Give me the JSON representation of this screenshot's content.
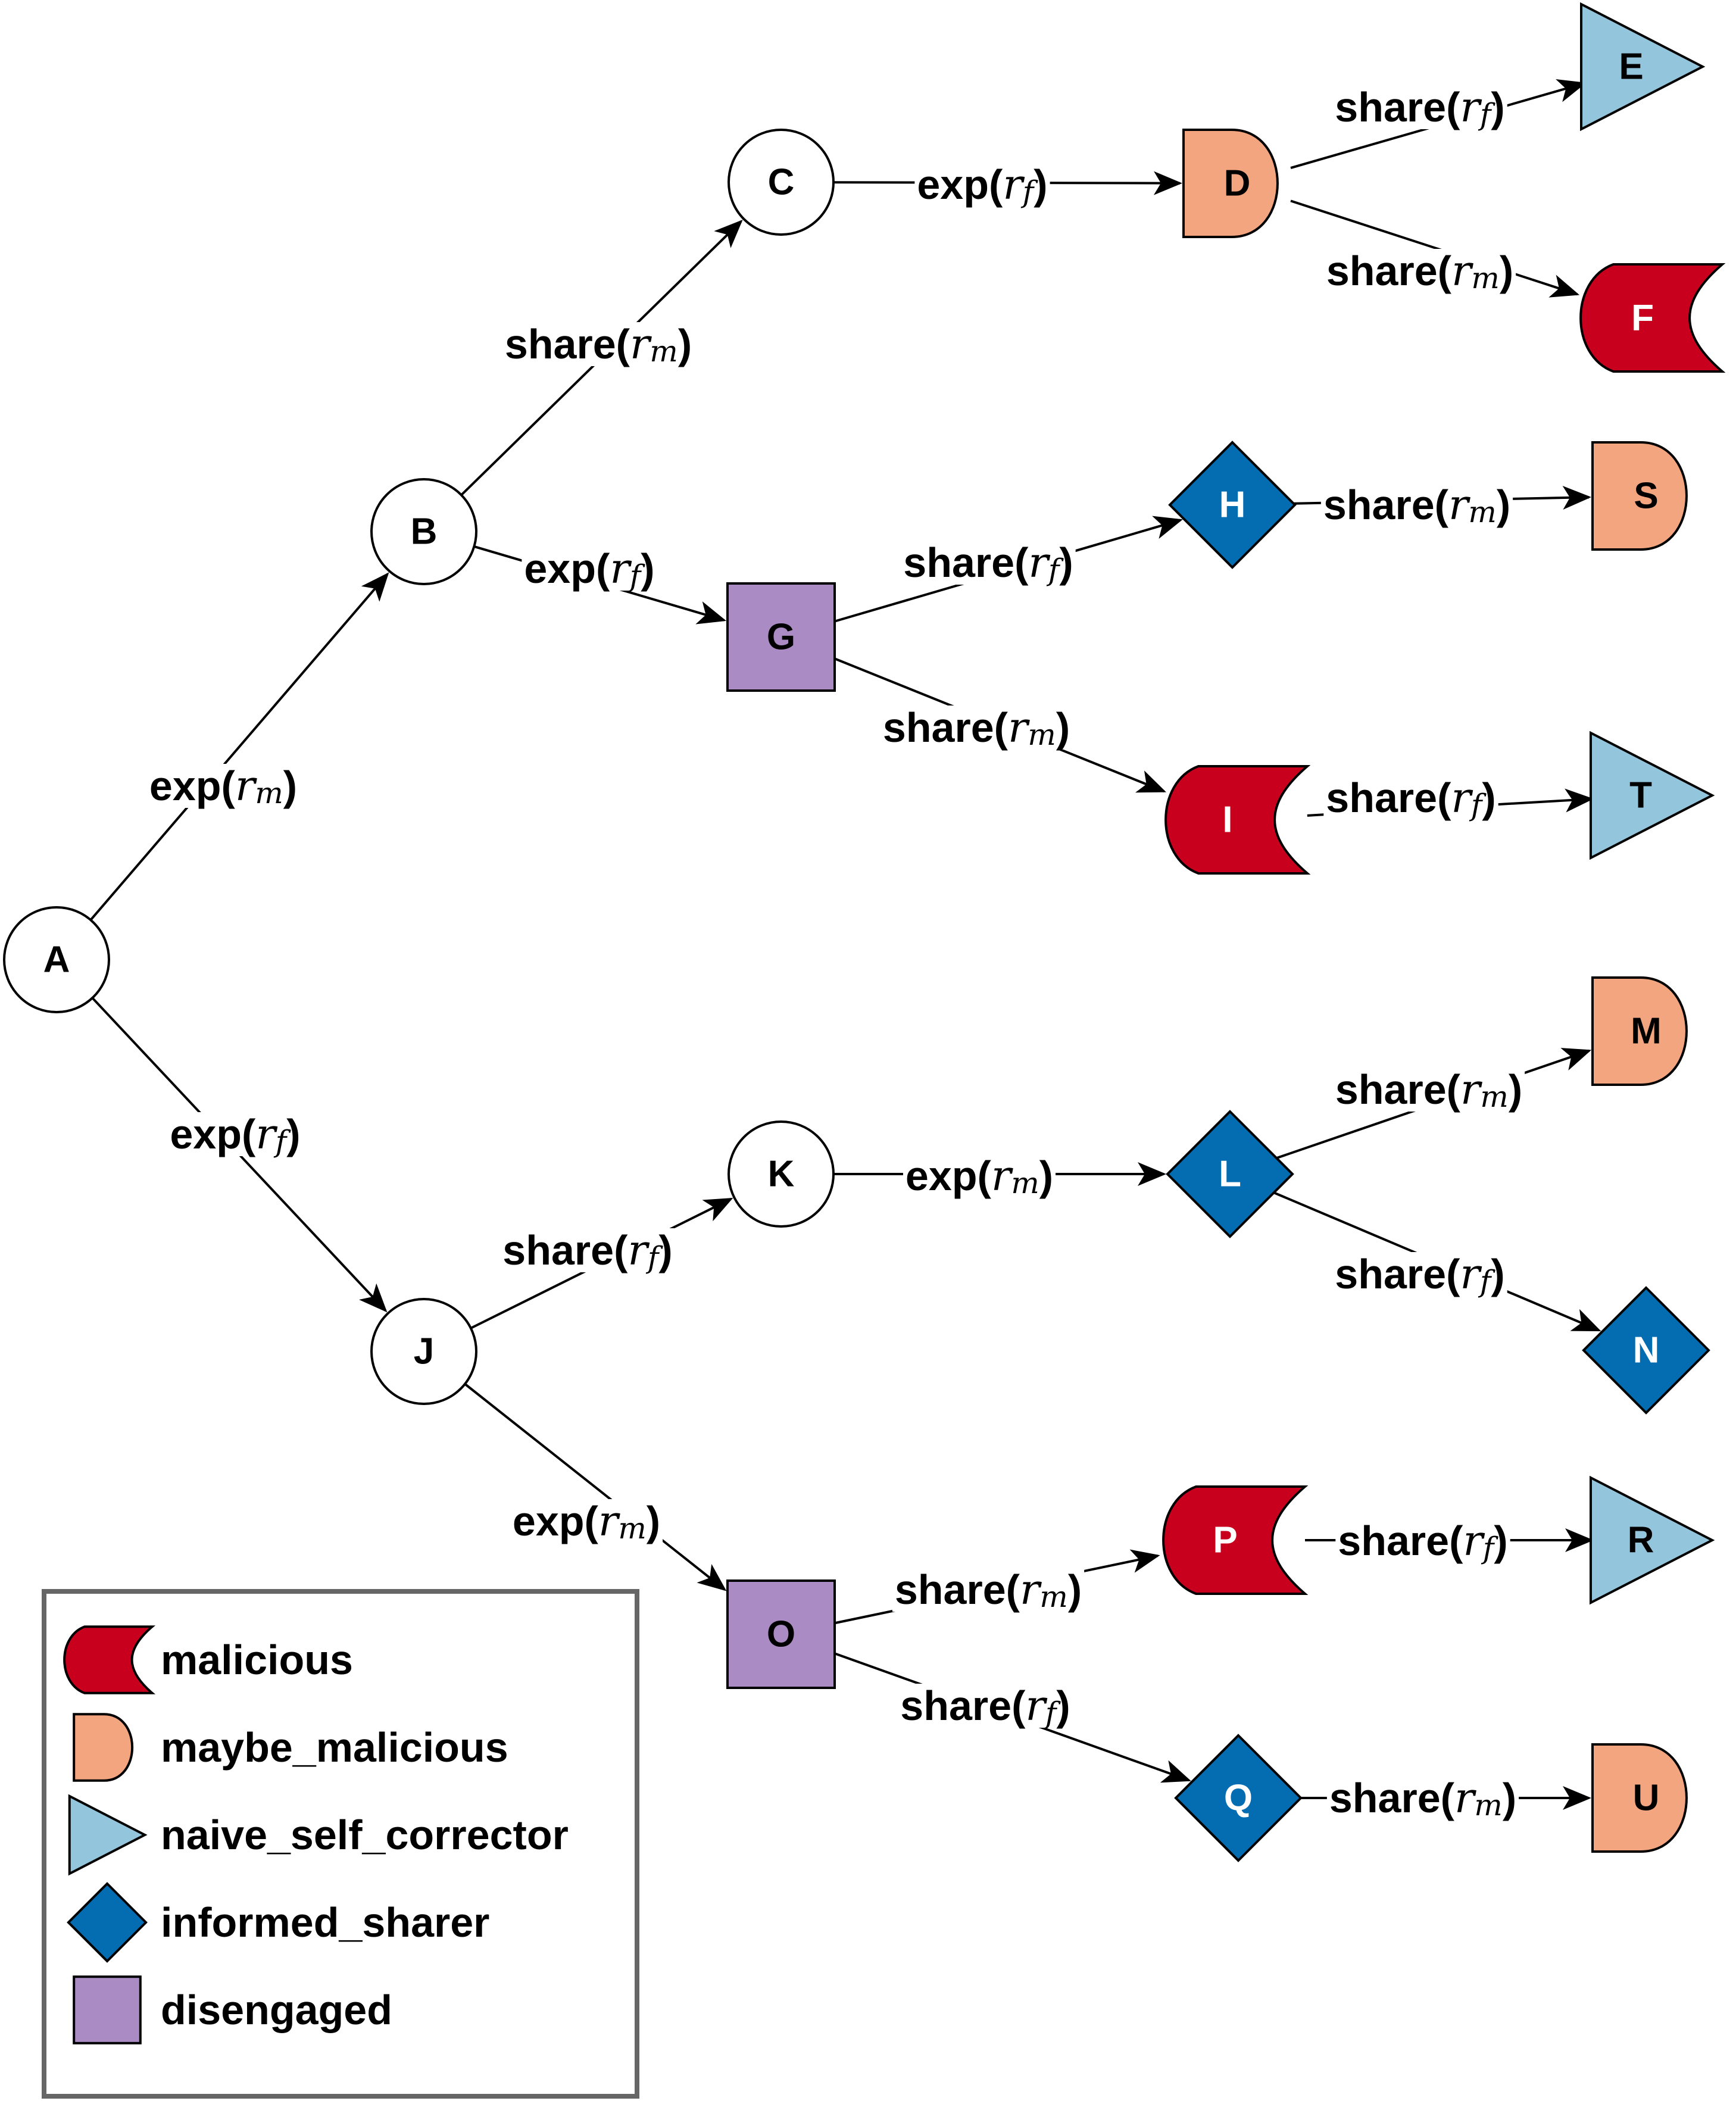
{
  "diagram": {
    "node_types": {
      "circle": {
        "fill": "#FFFFFF",
        "text": "#000000"
      },
      "malicious": {
        "fill": "#C8001E",
        "text": "#FFFFFF"
      },
      "maybe_malicious": {
        "fill": "#F2A57E",
        "text": "#000000"
      },
      "naive_self_corrector": {
        "fill": "#93C5DD",
        "text": "#000000"
      },
      "informed_sharer": {
        "fill": "#046CB1",
        "text": "#FFFFFF"
      },
      "disengaged": {
        "fill": "#AB8BC3",
        "text": "#000000"
      }
    },
    "nodes": [
      {
        "id": "A",
        "label": "A",
        "type": "circle"
      },
      {
        "id": "B",
        "label": "B",
        "type": "circle"
      },
      {
        "id": "C",
        "label": "C",
        "type": "circle"
      },
      {
        "id": "D",
        "label": "D",
        "type": "maybe_malicious"
      },
      {
        "id": "E",
        "label": "E",
        "type": "naive_self_corrector"
      },
      {
        "id": "F",
        "label": "F",
        "type": "malicious"
      },
      {
        "id": "G",
        "label": "G",
        "type": "disengaged"
      },
      {
        "id": "H",
        "label": "H",
        "type": "informed_sharer"
      },
      {
        "id": "S",
        "label": "S",
        "type": "maybe_malicious"
      },
      {
        "id": "I",
        "label": "I",
        "type": "malicious"
      },
      {
        "id": "T",
        "label": "T",
        "type": "naive_self_corrector"
      },
      {
        "id": "J",
        "label": "J",
        "type": "circle"
      },
      {
        "id": "K",
        "label": "K",
        "type": "circle"
      },
      {
        "id": "L",
        "label": "L",
        "type": "informed_sharer"
      },
      {
        "id": "M",
        "label": "M",
        "type": "maybe_malicious"
      },
      {
        "id": "N",
        "label": "N",
        "type": "informed_sharer"
      },
      {
        "id": "O",
        "label": "O",
        "type": "disengaged"
      },
      {
        "id": "P",
        "label": "P",
        "type": "malicious"
      },
      {
        "id": "R",
        "label": "R",
        "type": "naive_self_corrector"
      },
      {
        "id": "Q",
        "label": "Q",
        "type": "informed_sharer"
      },
      {
        "id": "U",
        "label": "U",
        "type": "maybe_malicious"
      }
    ],
    "edges": [
      {
        "from": "A",
        "to": "B",
        "action": "exp",
        "sub": "m"
      },
      {
        "from": "A",
        "to": "J",
        "action": "exp",
        "sub": "f"
      },
      {
        "from": "B",
        "to": "C",
        "action": "share",
        "sub": "m"
      },
      {
        "from": "B",
        "to": "G",
        "action": "exp",
        "sub": "f"
      },
      {
        "from": "C",
        "to": "D",
        "action": "exp",
        "sub": "f"
      },
      {
        "from": "D",
        "to": "E",
        "action": "share",
        "sub": "f"
      },
      {
        "from": "D",
        "to": "F",
        "action": "share",
        "sub": "m"
      },
      {
        "from": "G",
        "to": "H",
        "action": "share",
        "sub": "f"
      },
      {
        "from": "G",
        "to": "I",
        "action": "share",
        "sub": "m"
      },
      {
        "from": "H",
        "to": "S",
        "action": "share",
        "sub": "m"
      },
      {
        "from": "I",
        "to": "T",
        "action": "share",
        "sub": "f"
      },
      {
        "from": "J",
        "to": "K",
        "action": "share",
        "sub": "f"
      },
      {
        "from": "J",
        "to": "O",
        "action": "exp",
        "sub": "m"
      },
      {
        "from": "K",
        "to": "L",
        "action": "exp",
        "sub": "m"
      },
      {
        "from": "L",
        "to": "M",
        "action": "share",
        "sub": "m"
      },
      {
        "from": "L",
        "to": "N",
        "action": "share",
        "sub": "f"
      },
      {
        "from": "O",
        "to": "P",
        "action": "share",
        "sub": "m"
      },
      {
        "from": "O",
        "to": "Q",
        "action": "share",
        "sub": "f"
      },
      {
        "from": "P",
        "to": "R",
        "action": "share",
        "sub": "f"
      },
      {
        "from": "Q",
        "to": "U",
        "action": "share",
        "sub": "m"
      }
    ],
    "label_parts": {
      "math_var": "r",
      "open": "(",
      "close": ")"
    }
  },
  "legend": {
    "border_color": "#666666",
    "items": [
      {
        "type": "malicious",
        "label": "malicious"
      },
      {
        "type": "maybe_malicious",
        "label": "maybe_malicious"
      },
      {
        "type": "naive_self_corrector",
        "label": "naive_self_corrector"
      },
      {
        "type": "informed_sharer",
        "label": "informed_sharer"
      },
      {
        "type": "disengaged",
        "label": "disengaged"
      }
    ]
  }
}
